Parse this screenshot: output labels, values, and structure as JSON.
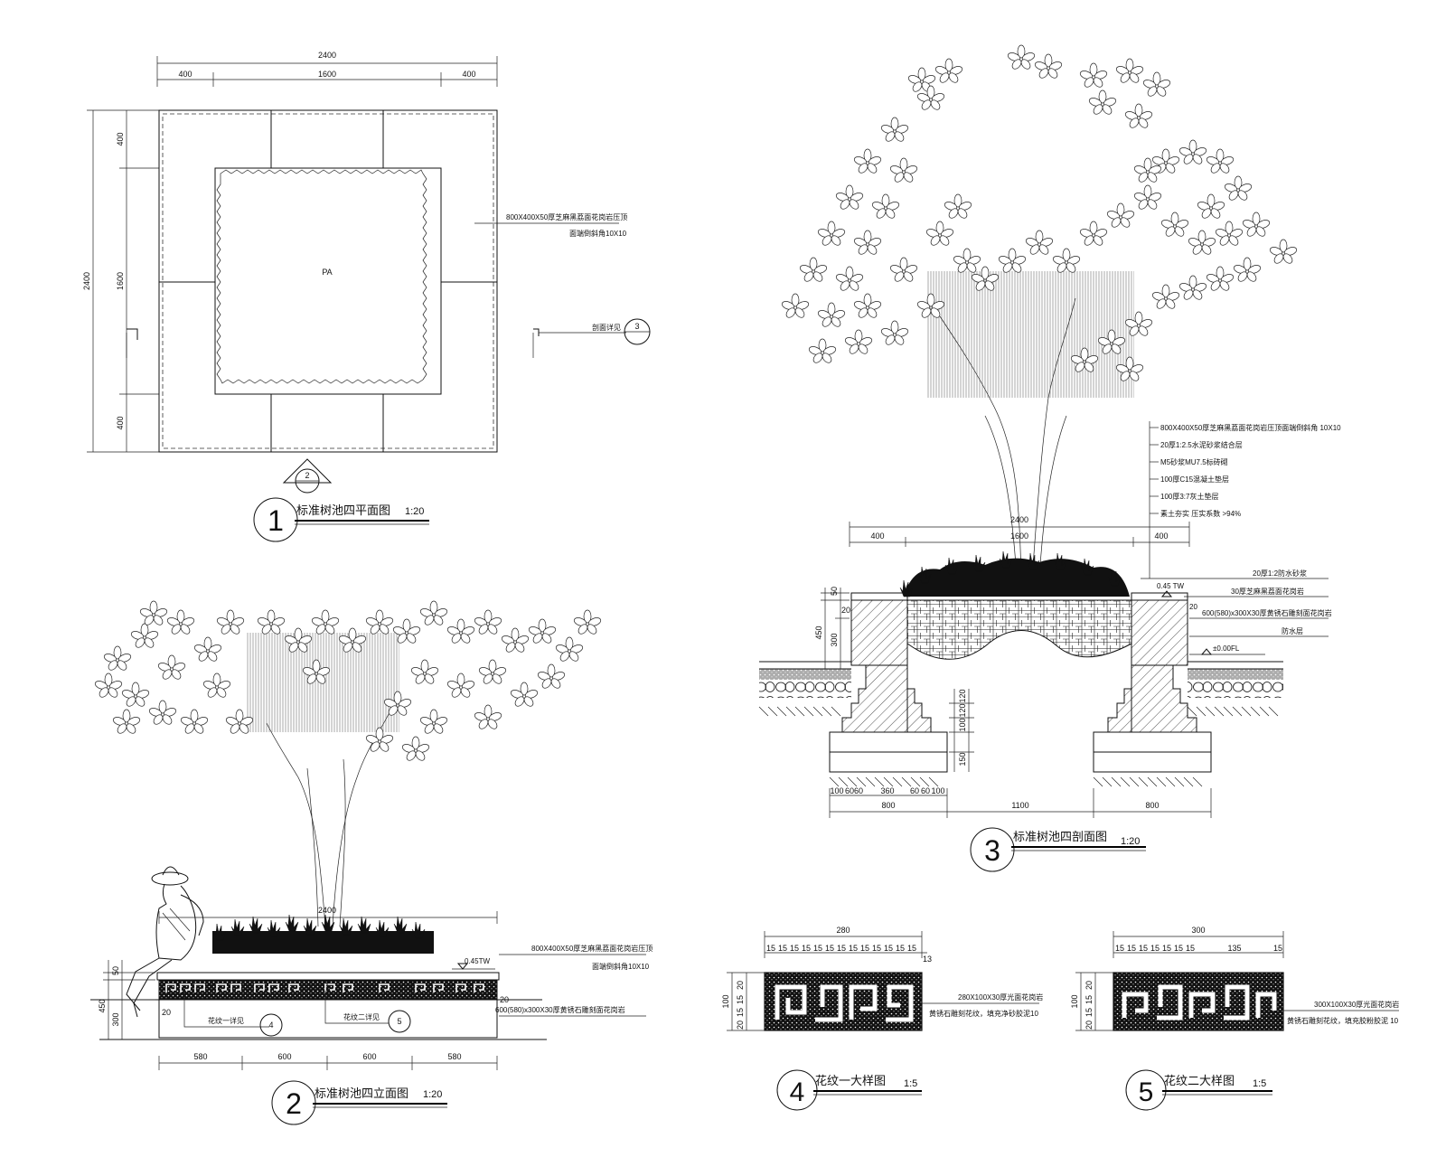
{
  "drawing1": {
    "title": "标准树池四平面图",
    "scale": "1:20",
    "number": "1",
    "dim_total_top": "2400",
    "dim_top": [
      "400",
      "1600",
      "400"
    ],
    "dim_total_left": "2400",
    "dim_left": [
      "400",
      "1600",
      "400"
    ],
    "center_label": "PA",
    "note_line1": "800X400X50厚芝麻黑荔面花岗岩压顶",
    "note_line2": "面端倒斜角10X10",
    "section_note": "剖面详见",
    "section_ref": "3",
    "marker_ref": "2"
  },
  "drawing2": {
    "title": "标准树池四立面图",
    "scale": "1:20",
    "number": "2",
    "dim_total_top": "2400",
    "dim_bottom": [
      "580",
      "600",
      "600",
      "580"
    ],
    "dim_left": [
      "50",
      "450",
      "300",
      "20"
    ],
    "tw_label": "0.45TW",
    "note_line1": "800X400X50厚芝麻黑荔面花岗岩压顶",
    "note_line2": "面端倒斜角10X10",
    "note_line3": "600(580)x300X30厚黄锈石雕刻面花岗岩",
    "callout1": "花纹一详见",
    "callout1_ref": "4",
    "callout2": "花纹二详见",
    "callout2_ref": "5",
    "dim_20_a": "20",
    "dim_20_b": "20"
  },
  "drawing3": {
    "title": "标准树池四剖面图",
    "scale": "1:20",
    "number": "3",
    "layers": [
      "800X400X50厚芝麻黑荔面花岗岩压顶面端倒斜角 10X10",
      "20厚1:2.5水泥砂浆结合层",
      "M5砂浆MU7.5标砖砌",
      "100厚C15混凝土垫层",
      "100厚3:7灰土垫层",
      "素土夯实 压实系数 >94%"
    ],
    "dim_total_top": "2400",
    "dim_top": [
      "400",
      "1600",
      "400"
    ],
    "note_right1": "20厚1:2防水砂浆",
    "note_right2": "30厚芝麻黑荔面花岗岩",
    "tw_label": "0.45 TW",
    "dim_right_20": "20",
    "note_right3": "600(580)x300X30厚黄锈石雕刻面花岗岩",
    "note_right4": "防水层",
    "fl_label": "±0.00FL",
    "dim_left": [
      "50",
      "450",
      "20",
      "300"
    ],
    "dim_mid": [
      "120",
      "120",
      "100",
      "150"
    ],
    "dim_bottom_small": [
      "100",
      "60",
      "60",
      "360",
      "60",
      "60",
      "100"
    ],
    "dim_bottom": [
      "800",
      "1100",
      "800"
    ]
  },
  "drawing4": {
    "title": "花纹一大样图",
    "scale": "1:5",
    "number": "4",
    "dim_total": "280",
    "dim_unit": "15",
    "dim_end": "13",
    "dim_height": "100",
    "dim_side": [
      "20",
      "15",
      "15",
      "20"
    ],
    "note_line1": "280X100X30厚光面花岗岩",
    "note_line2": "黄锈石雕刻花纹，填充净砂胶泥10"
  },
  "drawing5": {
    "title": "花纹二大样图",
    "scale": "1:5",
    "number": "5",
    "dim_total": "300",
    "dim_unit": "15",
    "dim_mid": "135",
    "dim_end": "15",
    "dim_height": "100",
    "dim_side": [
      "20",
      "15",
      "15",
      "20"
    ],
    "note_line1": "300X100X30厚光面花岗岩",
    "note_line2": "黄锈石雕刻花纹，填充胶粉胶泥 10"
  }
}
